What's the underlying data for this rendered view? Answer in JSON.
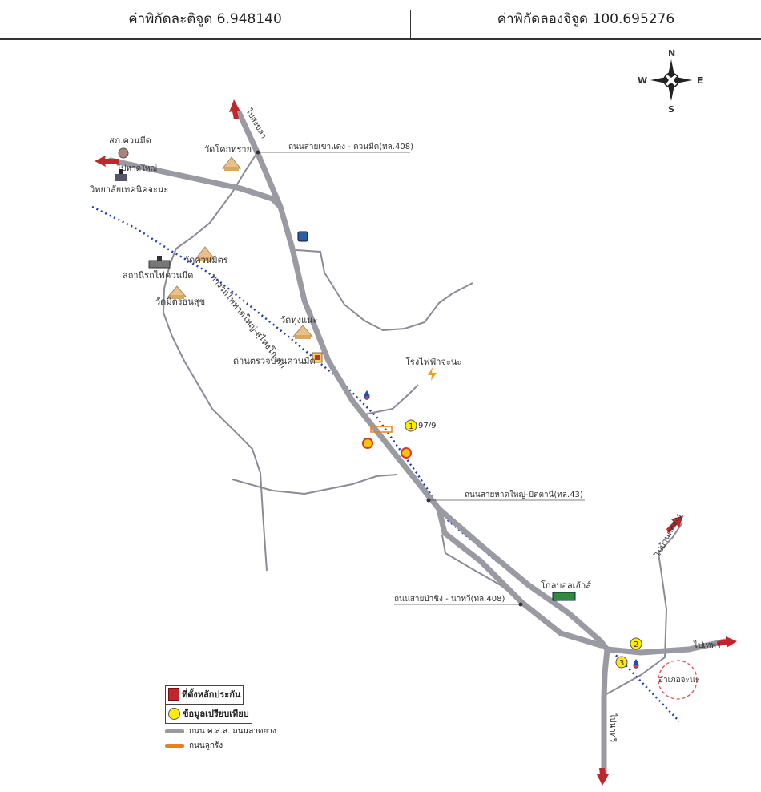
{
  "header": {
    "latitude_label": "ค่าพิกัดละติจูด 6.948140",
    "longitude_label": "ค่าพิกัดลองจิจูด 100.695276"
  },
  "compass": {
    "n": "N",
    "s": "S",
    "e": "E",
    "w": "W"
  },
  "directions": {
    "to_songkhla": "ไปสงขลา",
    "to_hatyai": "ไปหาดใหญ่",
    "to_ban_khlong_ngu": "ไปบ้านคลองงู",
    "to_thepha": "ไปเทพา",
    "to_natawee": "ไปนาทวี"
  },
  "roads": {
    "road_408_north": "ถนนสายเขาแดง - ควนมีด(ทล.408)",
    "road_43": "ถนนสายหาดใหญ่-ปัตตานี(ทล.43)",
    "road_408_south": "ถนนสายป่าชิง - นาทวี(ทล.408)",
    "railway": "ทางรถไฟหาดใหญ่-สุไหงโก-ลก"
  },
  "places": {
    "police": "สภ.ควนมีด",
    "college": "วิทยาลัยเทคนิคจะนะ",
    "wat_khok_sai": "วัดโคกทราย",
    "station": "สถานีรถไฟควนมีด",
    "wat_khuan_mit": "วัดควนมิตร",
    "wat_mit_thon": "วัดมิตรธนสุข",
    "wat_thung_nae": "วัดทุ่งแนะ",
    "checkpoint": "ด่านตรวจบ้านควนมีด",
    "power_plant": "โรงไฟฟ้าจะนะ",
    "global_house": "โกลบอลเฮ้าส์",
    "district": "อำเภอจะนะ"
  },
  "markers": {
    "m1": "1",
    "m1_label": "97/9",
    "m2": "2",
    "m3": "3"
  },
  "legend": {
    "guarantee": "ที่ตั้งหลักประกัน",
    "comparison": "ข้อมูลเปรียบเทียบ",
    "paved_road": "ถนน ค.ส.ล. ถนนลาดยาง",
    "laterite_road": "ถนนลูกรัง"
  },
  "colors": {
    "main_road": "#9a9aa2",
    "minor_road": "#8c8a96",
    "railway": "#1f3fb0",
    "arrow": "#c0272d",
    "marker": "#ffec00",
    "laterite": "#e8821e",
    "district_circle": "#e05050"
  },
  "icons": [
    "compass-rose-icon",
    "direction-arrow-icon",
    "police-icon",
    "school-icon",
    "temple-icon",
    "train-station-icon",
    "ptt-gas-icon",
    "shell-gas-icon",
    "checkpoint-icon",
    "power-plant-icon",
    "global-house-icon",
    "bank-icon"
  ]
}
